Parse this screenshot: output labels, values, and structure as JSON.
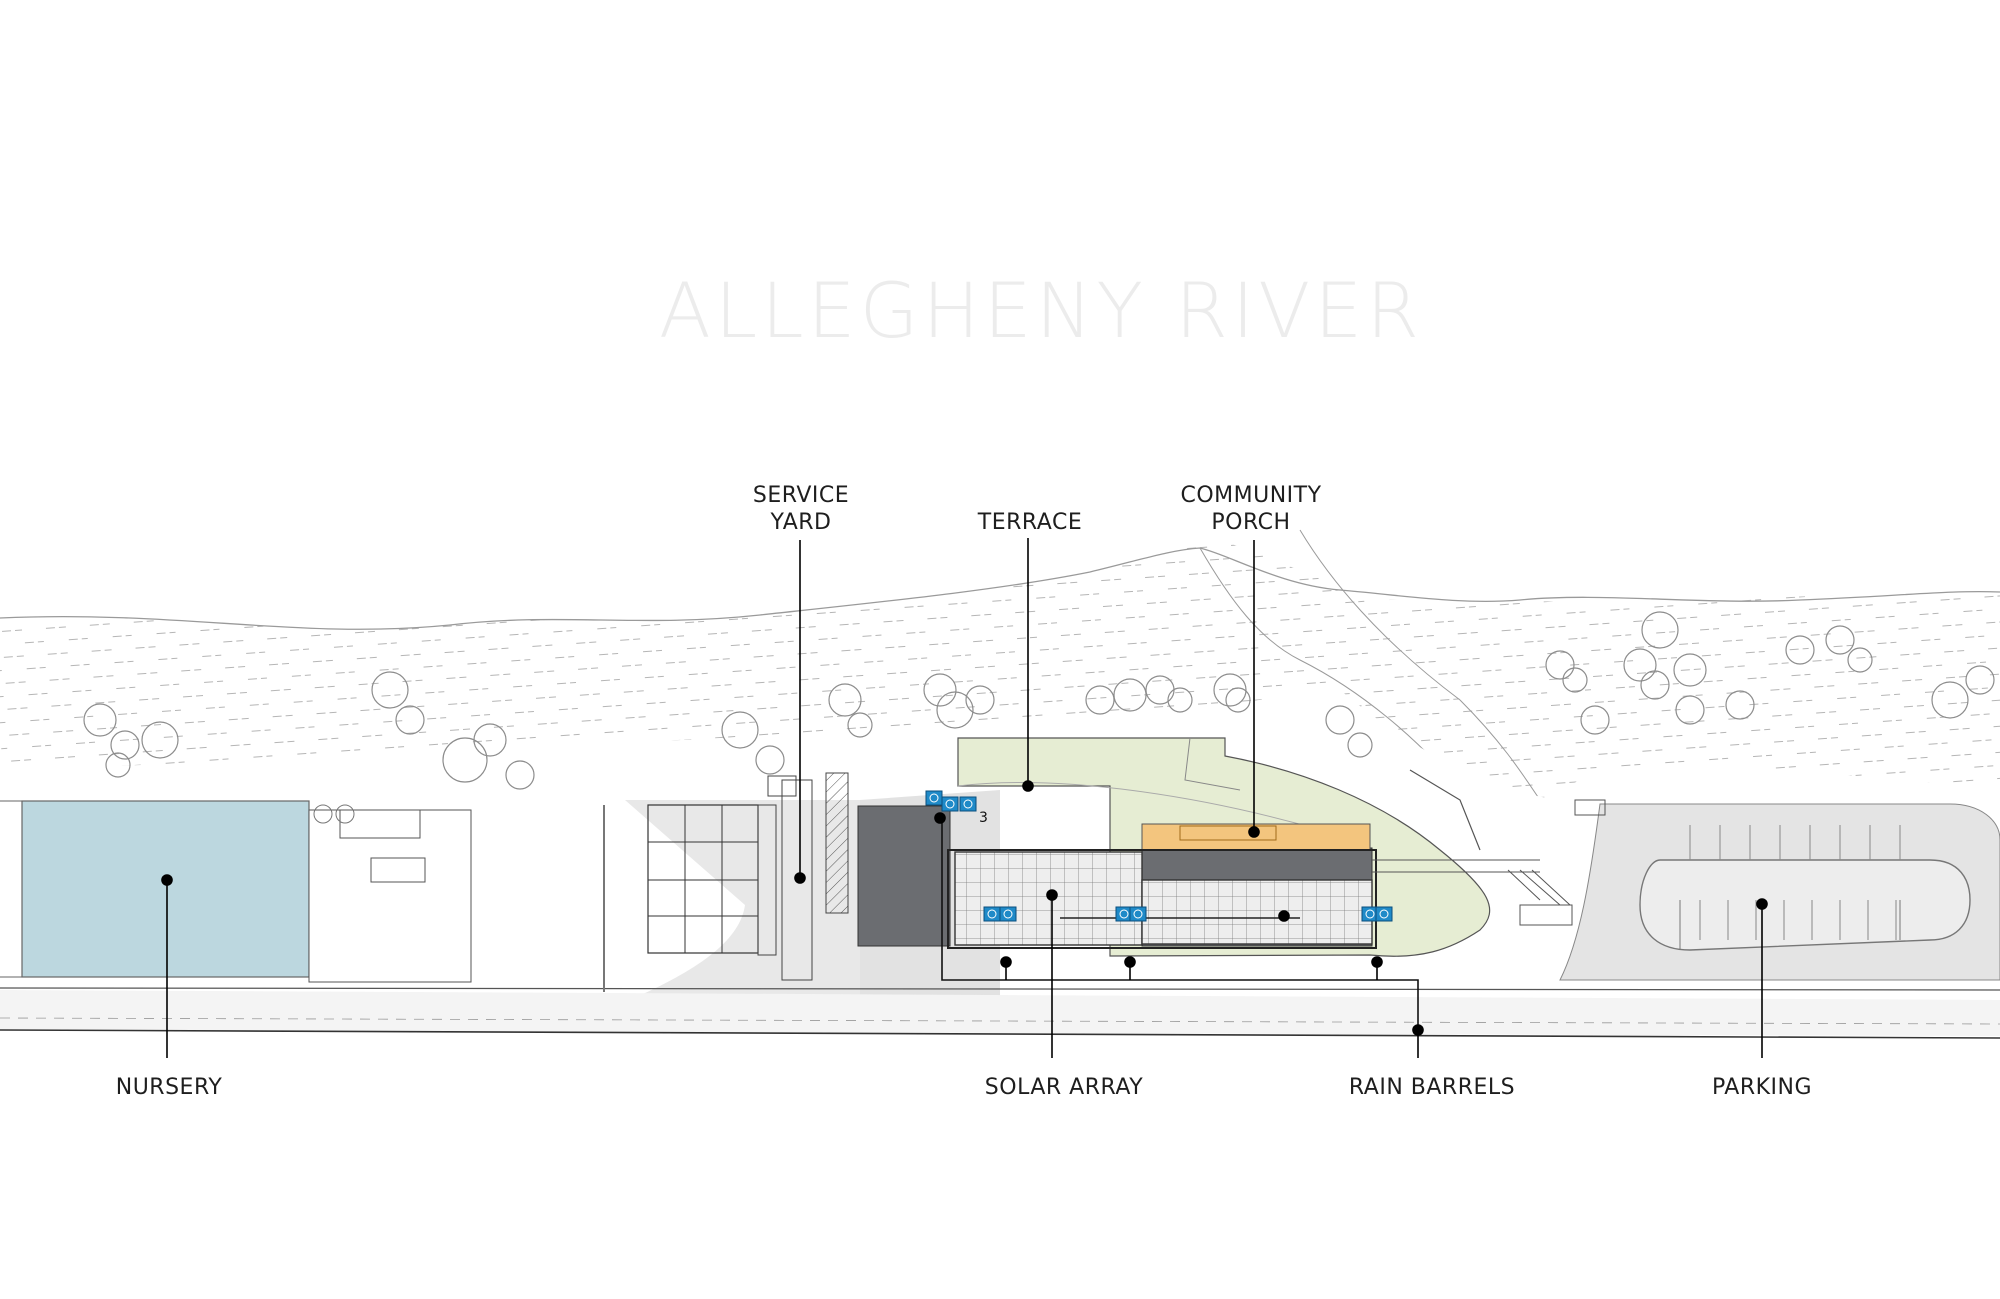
{
  "title": "ALLEGHENY RIVER",
  "labels": {
    "service_yard": "SERVICE\nYARD",
    "terrace": "TERRACE",
    "community_porch": "COMMUNITY\nPORCH",
    "nursery": "NURSERY",
    "solar_array": "SOLAR ARRAY",
    "rain_barrels": "RAIN BARRELS",
    "parking": "PARKING",
    "callout_number": "3"
  },
  "colors": {
    "nursery_fill": "#bcd7df",
    "terrace_fill": "#e6edd3",
    "porch_fill": "#f3c57e",
    "roof_dark": "#6b6d71",
    "solar_fill": "#eeeeee",
    "paving_fill": "#e6e6e6",
    "rain_barrel_fill": "#1f8ac8",
    "leader_line": "#000000"
  }
}
